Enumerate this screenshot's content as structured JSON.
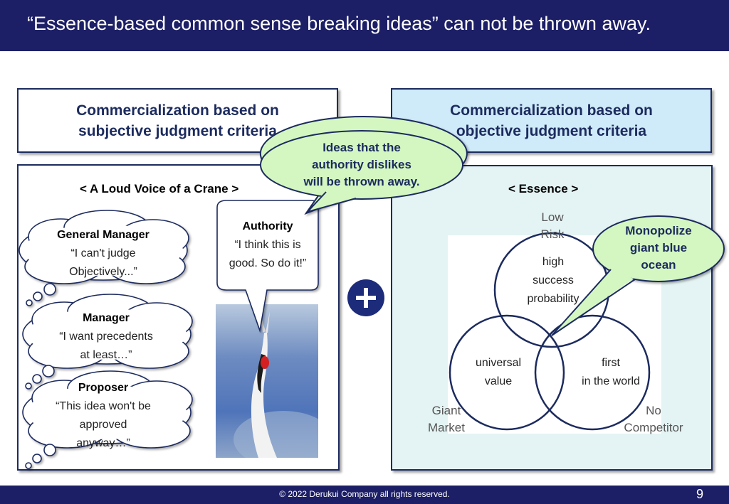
{
  "header": {
    "title": "“Essence-based common sense breaking ideas” can not be thrown away."
  },
  "left_header": {
    "line1": "Commercialization based on",
    "line2": "subjective judgment criteria"
  },
  "right_header": {
    "line1": "Commercialization based on",
    "line2": "objective judgment criteria"
  },
  "left_panel": {
    "title": "< A Loud Voice of a Crane >",
    "clouds": [
      {
        "role": "General Manager",
        "line1": "“I can't judge",
        "line2": "Objectively...”"
      },
      {
        "role": "Manager",
        "line1": "“I want precedents",
        "line2": "at least…”"
      },
      {
        "role": "Proposer",
        "line1": "“This idea won't be",
        "line2": "approved",
        "line3": "anyway…”"
      }
    ],
    "authority": {
      "role": "Authority",
      "line1": "“I think this is",
      "line2": "good. So do it!”"
    }
  },
  "callout_left": {
    "line1": "Ideas that the",
    "line2": "authority dislikes",
    "line3": "will be thrown away."
  },
  "right_panel": {
    "title": "< Essence >",
    "labels": {
      "top": [
        "Low",
        "Risk"
      ],
      "left": [
        "Giant",
        "Market"
      ],
      "right": [
        "No",
        "Competitor"
      ]
    },
    "circles": {
      "top": [
        "high",
        "success",
        "probability"
      ],
      "left": [
        "universal",
        "value"
      ],
      "right": [
        "first",
        "in the world"
      ]
    }
  },
  "callout_right": {
    "line1": "Monopolize",
    "line2": "giant blue",
    "line3": "ocean"
  },
  "footer": {
    "copyright": "© 2022 Derukui Company all rights reserved.",
    "page": "9"
  },
  "colors": {
    "navy": "#1c1f66",
    "callout_fill": "#d4f7c2",
    "venn_stroke": "#1c2b5e"
  }
}
